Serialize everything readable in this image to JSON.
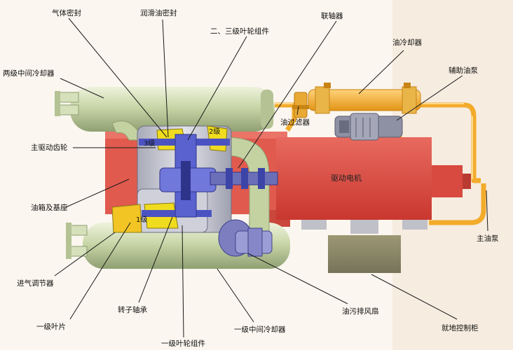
{
  "labels": {
    "gas_seal": "气体密封",
    "lube_seal": "润滑油密封",
    "impeller_23": "二、三级叶轮组件",
    "coupling": "联轴器",
    "oil_cooler": "油冷却器",
    "aux_oil_pump": "辅助油泵",
    "second_intercooler": "两级中间冷却器",
    "oil_filter": "油过滤器",
    "main_drive_gear": "主驱动齿轮",
    "drive_motor": "驱动电机",
    "oil_tank_base": "油箱及基座",
    "main_oil_pump": "主油泵",
    "inlet_guide": "进气调节器",
    "rotor_bearing": "转子轴承",
    "first_blade": "一级叶片",
    "oil_vent_fan": "油污排风扇",
    "first_intercooler": "一级中间冷却器",
    "local_control": "就地控制柜",
    "impeller_1": "一级叶轮组件"
  },
  "stage_marks": {
    "stage1": "1级",
    "stage2": "2级",
    "stage3": "3级"
  },
  "colors": {
    "cooler": "#c9d6a8",
    "base": "#e05a4e",
    "motor": "#d9453d",
    "pipe": "#f2ab2b",
    "housing": "#b8b9c6",
    "rotor": "#4b53c2",
    "gear_yellow": "#f0dc1e",
    "cabinet": "#8a8666"
  }
}
